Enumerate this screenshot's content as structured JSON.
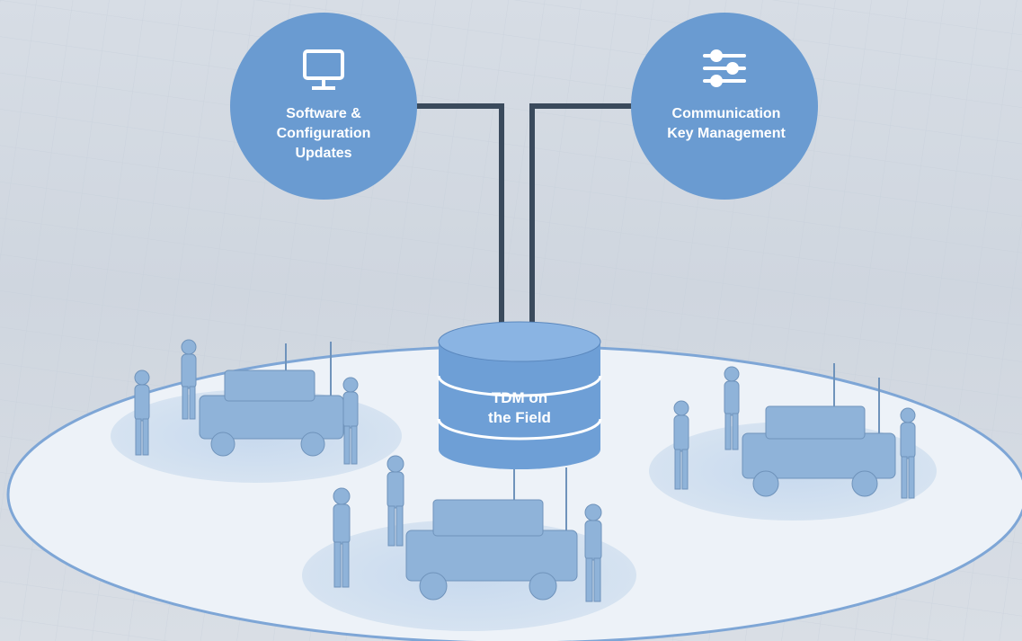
{
  "nodes": {
    "software_updates": {
      "label": "Software &\nConfiguration\nUpdates",
      "icon": "monitor-icon"
    },
    "key_management": {
      "label": "Communication\nKey Management",
      "icon": "sliders-icon"
    },
    "tdm": {
      "label": "TDM on\nthe Field",
      "icon": "database-icon"
    }
  },
  "colors": {
    "node_fill": "#6a9bd1",
    "db_fill": "#6e9fd6",
    "connector": "#3a4a5c",
    "field_fill": "#edf2f8",
    "field_stroke": "#7ea6d6",
    "unit_pad": "#d2e0f0",
    "figure": "#8fb3d9"
  }
}
